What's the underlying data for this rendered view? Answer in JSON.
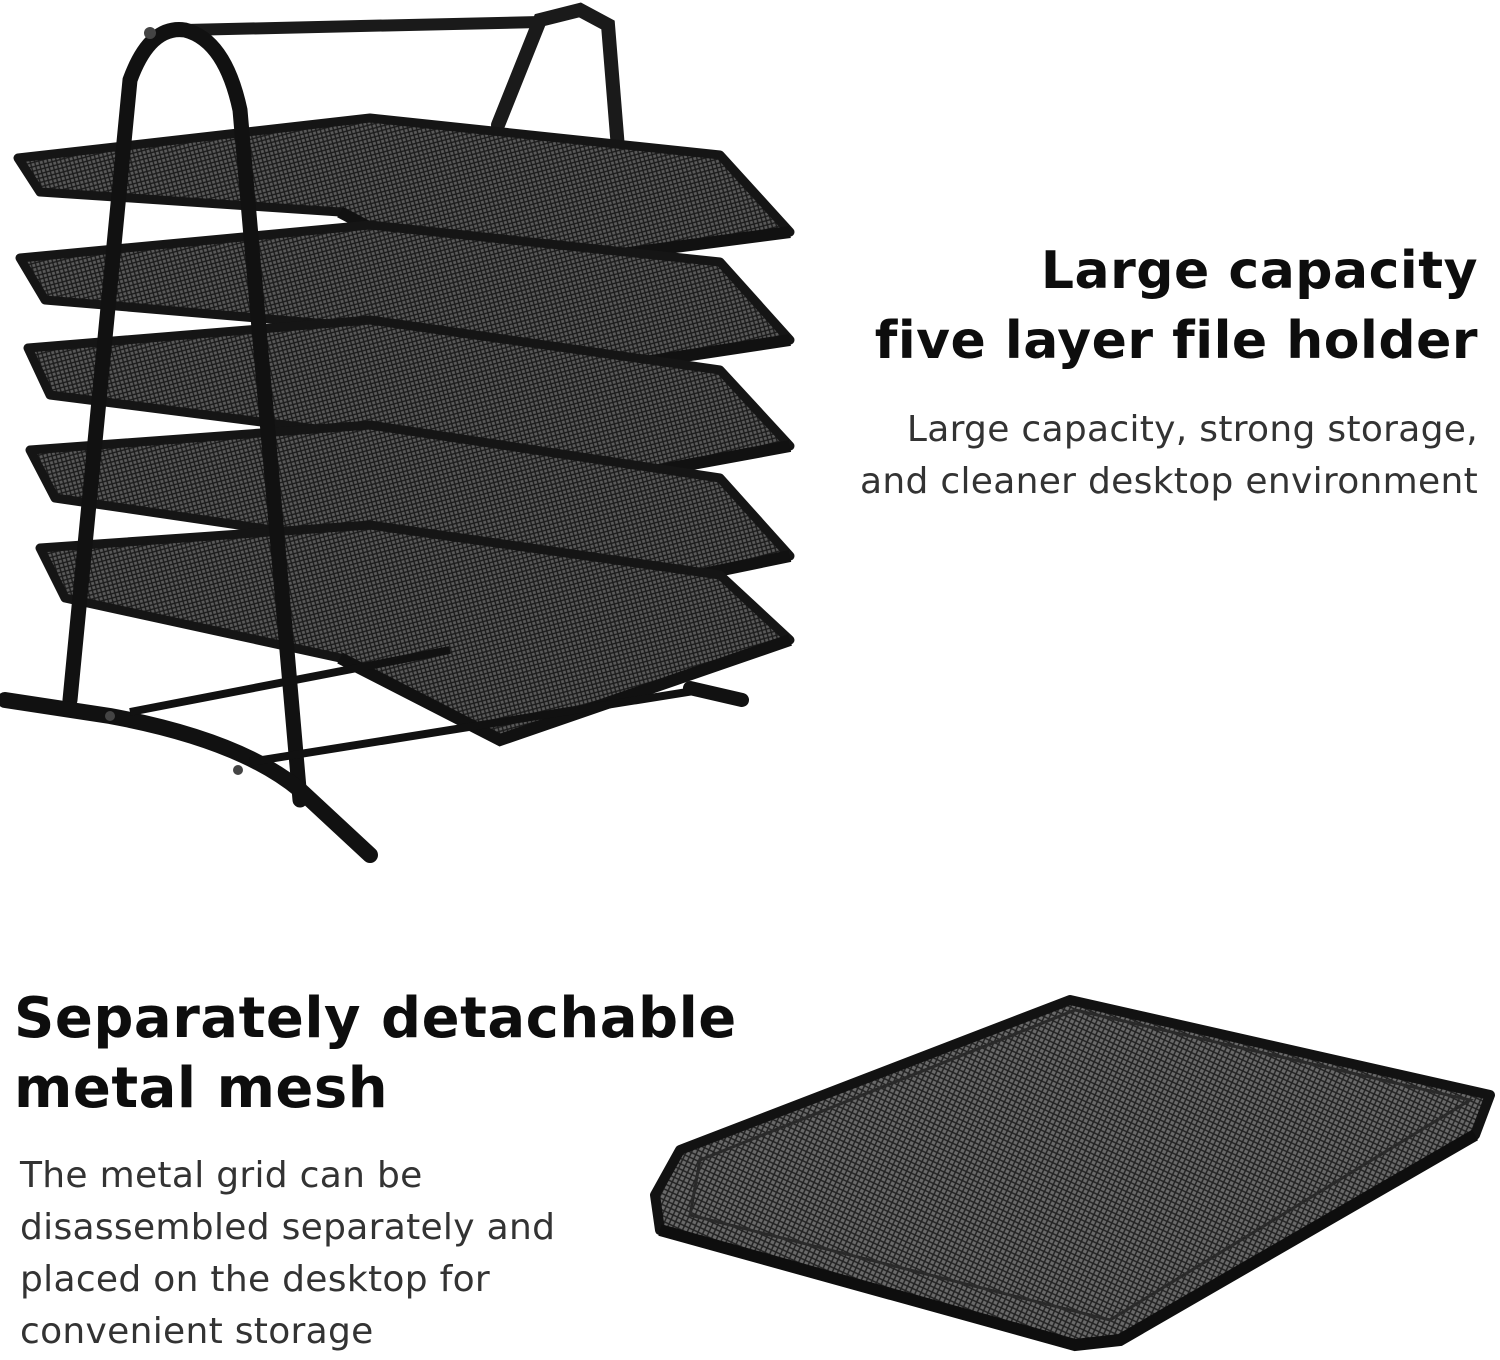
{
  "feature_capacity": {
    "title_lines": [
      "Large capacity",
      "five layer file holder"
    ],
    "desc_lines": [
      "Large capacity, strong storage,",
      "and cleaner desktop environment"
    ]
  },
  "feature_detachable": {
    "title_lines": [
      "Separately detachable",
      "metal mesh"
    ],
    "desc_lines": [
      "The metal grid can be",
      "disassembled separately and",
      "placed on the desktop for",
      "convenient storage"
    ]
  },
  "images": {
    "rack": "five-tier-mesh-file-rack",
    "tray": "single-mesh-tray"
  },
  "colors": {
    "background": "#ffffff",
    "metal": "#1a1a1a",
    "heading": "#0d0d0d",
    "body": "#333333"
  }
}
